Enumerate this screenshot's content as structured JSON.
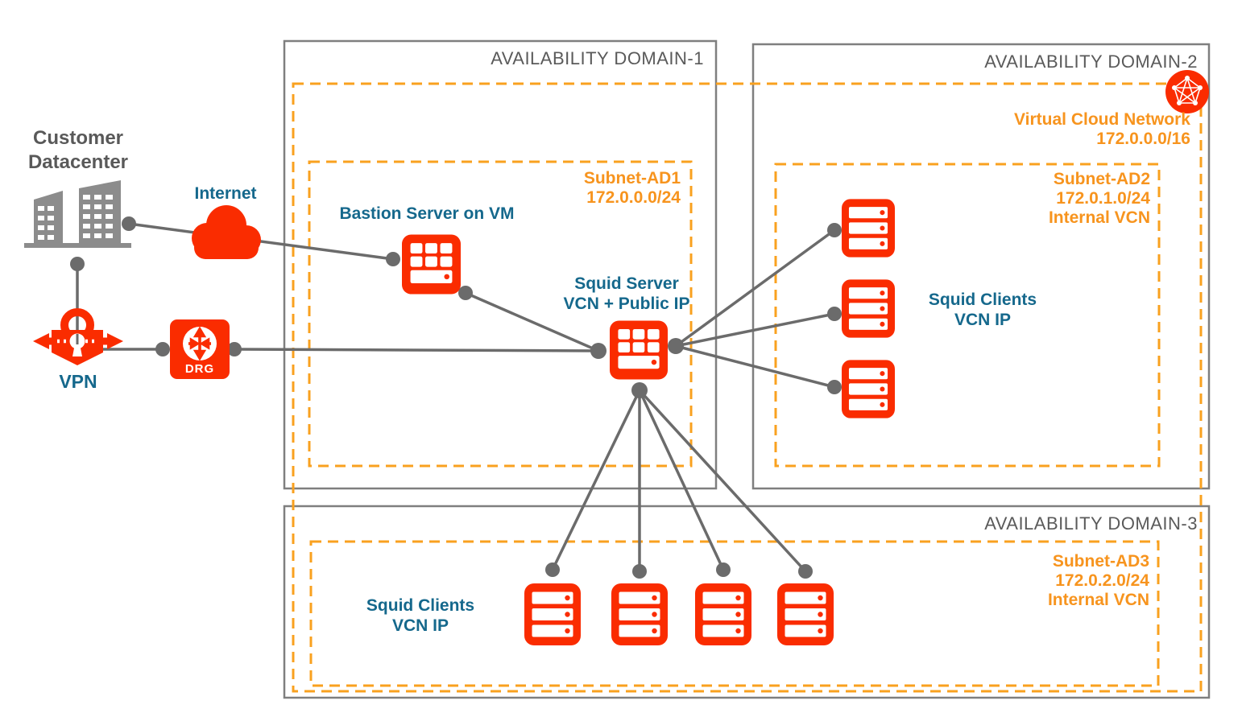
{
  "colors": {
    "red": "#fa2c00",
    "orange_text": "#f7941e",
    "orange_dash": "#f9a11f",
    "teal_text": "#15688c",
    "gray_border": "#7f7f7f",
    "gray_text": "#5a5a5a",
    "connector": "#6b6b6b",
    "building_gray": "#8c8c8c"
  },
  "external": {
    "datacenter_line1": "Customer",
    "datacenter_line2": "Datacenter",
    "internet_label": "Internet",
    "vpn_label": "VPN",
    "drg_label": "DRG"
  },
  "vcn": {
    "name": "Virtual Cloud Network",
    "cidr": "172.0.0.0/16"
  },
  "availability_domains": [
    {
      "title": "AVAILABILITY DOMAIN-1",
      "subnet": {
        "name": "Subnet-AD1",
        "cidr": "172.0.0.0/24"
      },
      "bastion_label": "Bastion Server on VM",
      "squid_server_line1": "Squid Server",
      "squid_server_line2": "VCN + Public IP"
    },
    {
      "title": "AVAILABILITY DOMAIN-2",
      "subnet": {
        "name": "Subnet-AD2",
        "cidr": "172.0.1.0/24",
        "note": "Internal VCN"
      },
      "clients_line1": "Squid Clients",
      "clients_line2": "VCN IP",
      "server_count": 3
    },
    {
      "title": "AVAILABILITY DOMAIN-3",
      "subnet": {
        "name": "Subnet-AD3",
        "cidr": "172.0.2.0/24",
        "note": "Internal VCN"
      },
      "clients_line1": "Squid Clients",
      "clients_line2": "VCN IP",
      "server_count": 4
    }
  ]
}
